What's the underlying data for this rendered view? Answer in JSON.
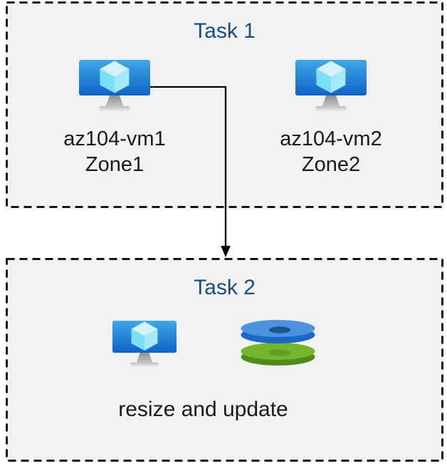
{
  "task1": {
    "title": "Task 1",
    "vm1": {
      "name": "az104-vm1",
      "zone": "Zone1"
    },
    "vm2": {
      "name": "az104-vm2",
      "zone": "Zone2"
    }
  },
  "task2": {
    "title": "Task 2",
    "caption": "resize and update"
  },
  "connector": {
    "type": "arrow",
    "from": "az104-vm1",
    "to": "Task 2"
  },
  "icons": {
    "vm": "azure-virtual-machine-icon",
    "disks": "azure-managed-disks-icon"
  },
  "colors": {
    "title_text": "#1b4d79",
    "label_text": "#1a1a1a",
    "box_fill": "#f2f2f2",
    "border": "#000000",
    "disk_blue_top": "#4c92df",
    "disk_blue_rim": "#1c68c6",
    "disk_blue_hole": "#175590",
    "disk_green_top": "#74b62e",
    "disk_green_rim": "#4c8c1c",
    "disk_green_hole": "#5e9f22"
  }
}
